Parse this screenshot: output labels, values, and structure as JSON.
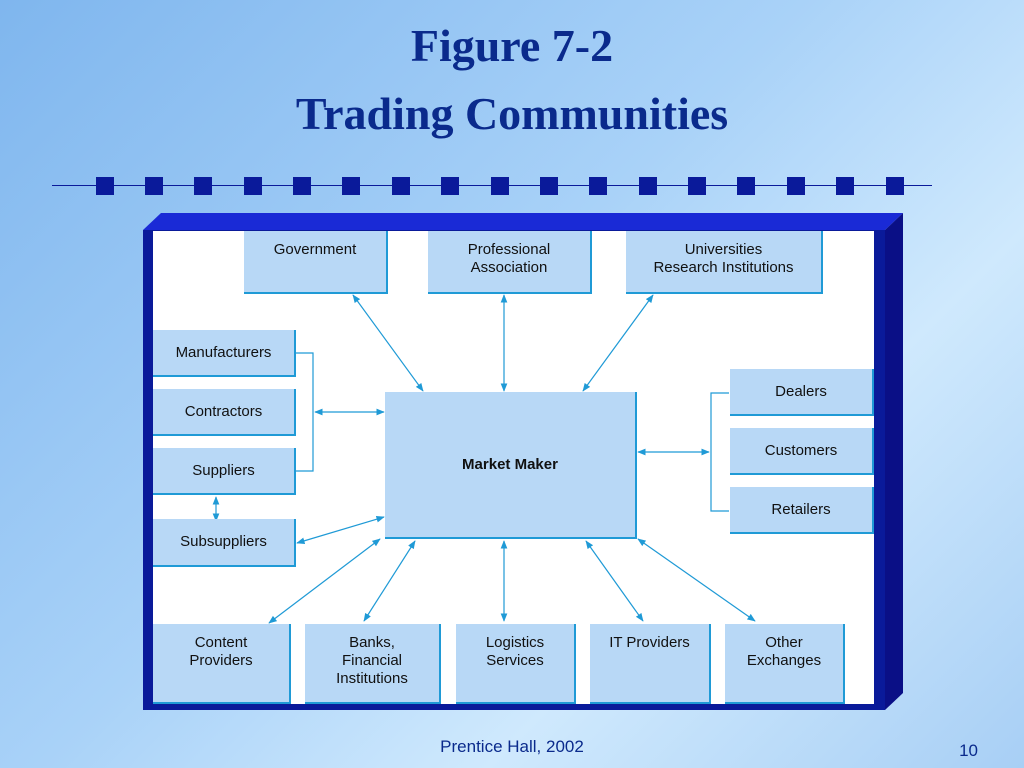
{
  "title": {
    "line1": "Figure 7-2",
    "line2": "Trading Communities"
  },
  "colors": {
    "title": "#0a2a8c",
    "frame": "#0a1a9a",
    "box_fill": "#b8d8f6",
    "box_edge": "#1f9ad6",
    "arrow": "#1f9ad6"
  },
  "diagram": {
    "top": {
      "government": "Government",
      "professional": "Professional\nAssociation",
      "universities": "Universities\nResearch Institutions"
    },
    "left": {
      "manufacturers": "Manufacturers",
      "contractors": "Contractors",
      "suppliers": "Suppliers",
      "subsuppliers": "Subsuppliers"
    },
    "center": "Market Maker",
    "right": {
      "dealers": "Dealers",
      "customers": "Customers",
      "retailers": "Retailers"
    },
    "bottom": {
      "content": "Content\nProviders",
      "banks": "Banks,\nFinancial\nInstitutions",
      "logistics": "Logistics\nServices",
      "it": "IT Providers",
      "other": "Other\nExchanges"
    }
  },
  "footer": {
    "source": "Prentice Hall, 2002",
    "page": "10"
  }
}
